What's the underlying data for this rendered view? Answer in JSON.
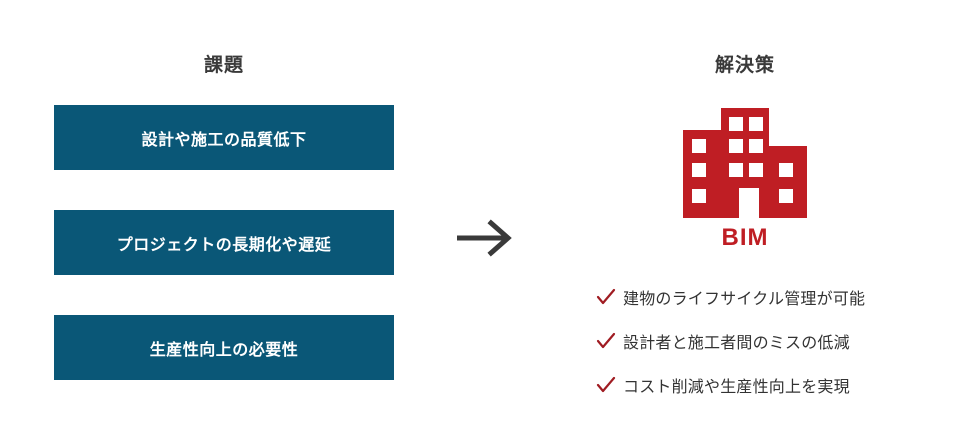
{
  "colors": {
    "problem_box_bg": "#0a5777",
    "problem_box_text": "#ffffff",
    "accent_red": "#bf1e24",
    "check_red": "#a01c22",
    "heading_text": "#3a3a3a",
    "arrow": "#3a3a3a",
    "body_text": "#333333",
    "page_bg": "#ffffff"
  },
  "problem": {
    "heading": "課題",
    "boxes": [
      {
        "label": "設計や施工の品質低下"
      },
      {
        "label": "プロジェクトの長期化や遅延"
      },
      {
        "label": "生産性向上の必要性"
      }
    ]
  },
  "arrow": {
    "icon": "arrow-right-icon"
  },
  "solution": {
    "heading": "解決策",
    "icon": "building-icon",
    "label": "BIM",
    "benefits": [
      {
        "icon": "check-icon",
        "text": "建物のライフサイクル管理が可能"
      },
      {
        "icon": "check-icon",
        "text": "設計者と施工者間のミスの低減"
      },
      {
        "icon": "check-icon",
        "text": "コスト削減や生産性向上を実現"
      }
    ]
  }
}
